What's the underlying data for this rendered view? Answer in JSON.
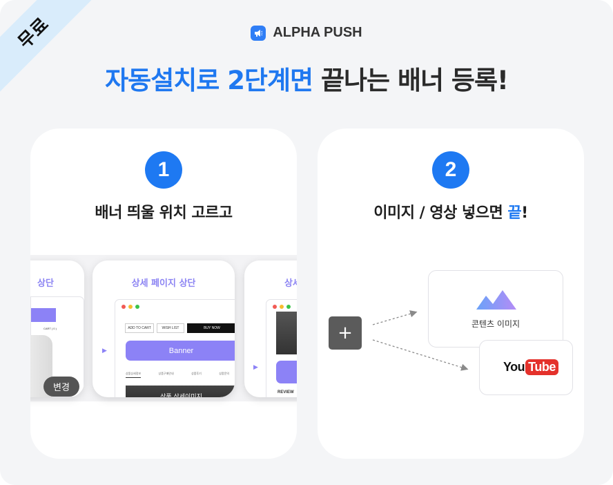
{
  "ribbon": {
    "label": "무료"
  },
  "brand": {
    "name": "ALPHA PUSH",
    "icon": "megaphone-icon",
    "color": "#2f7ef6"
  },
  "headline": {
    "highlight": "자동설치로 2단계면",
    "rest": "끝나는 배너 등록!"
  },
  "colors": {
    "accent": "#1e79f2",
    "banner": "#8c82f6"
  },
  "step1": {
    "number": "1",
    "title": "배너 띄울 위치 고르고",
    "phones": {
      "left_title": "상단",
      "left_cart": "CART ( 0 )",
      "mid_title": "상세 페이지 상단",
      "right_title": "상세",
      "right_review": "REVIEW",
      "add_to_cart": "ADD TO CART",
      "wish_list": "WISH LIST",
      "buy_now": "BUY NOW",
      "banner": "Banner",
      "tabs": [
        "상품상세정보",
        "상품구매안내",
        "상품후기",
        "상품문의"
      ],
      "detail_image": "상품 상세이미지"
    },
    "change_button": "변경"
  },
  "step2": {
    "number": "2",
    "title_main": "이미지 / 영상 넣으면",
    "title_highlight": "끝",
    "title_end": "!",
    "plus": "+",
    "content_image_label": "콘텐츠 이미지",
    "youtube_you": "You",
    "youtube_tube": "Tube"
  }
}
